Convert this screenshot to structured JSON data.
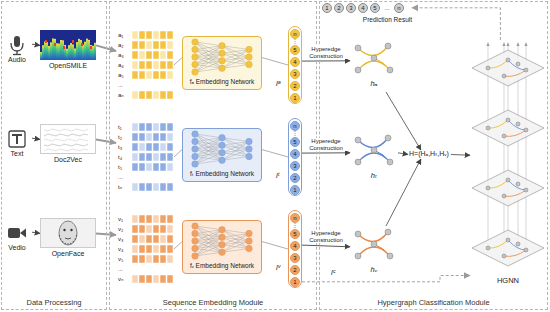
{
  "diagram": {
    "nodes": [
      {
        "text": [
          "Data Processing"
        ]
      },
      {
        "text": [
          "Sequence Embedding Module"
        ]
      },
      {
        "text": [
          "Hypergraph Classification Module"
        ]
      },
      {
        "text": [
          "Audio"
        ],
        "in": 0
      },
      {
        "text": [
          "OpenSMILE"
        ],
        "in": 0
      },
      {
        "text": [
          "Text"
        ],
        "in": 0
      },
      {
        "text": [
          "Doc2Vec"
        ],
        "in": 0
      },
      {
        "text": [
          "Vedio"
        ],
        "in": 0
      },
      {
        "text": [
          "OpenFace"
        ],
        "in": 0
      },
      {
        "text": [
          "a₁",
          "a₂",
          "a₃",
          "a₄",
          "a₅",
          "...",
          "aₙ"
        ],
        "in": 1
      },
      {
        "text": [
          "fₐ Embedding Network"
        ],
        "in": 1
      },
      {
        "text": [
          "n",
          "5",
          "4",
          "3",
          "2",
          "1",
          "lᵃ"
        ],
        "in": 1
      },
      {
        "text": [
          "t₁",
          "t₂",
          "t₃",
          "t₄",
          "t₅",
          "...",
          "tₙ"
        ],
        "in": 1
      },
      {
        "text": [
          "fₜ Embedding Network"
        ],
        "in": 1
      },
      {
        "text": [
          "n",
          "5",
          "4",
          "3",
          "2",
          "1",
          "lᵗ"
        ],
        "in": 1
      },
      {
        "text": [
          "v₁",
          "v₂",
          "v₃",
          "v₄",
          "v₅",
          "...",
          "vₙ"
        ],
        "in": 1
      },
      {
        "text": [
          "fᵥ Embedding Network"
        ],
        "in": 1
      },
      {
        "text": [
          "n",
          "5",
          "4",
          "3",
          "2",
          "1",
          "lᵛ"
        ],
        "in": 1
      },
      {
        "text": [
          "1",
          "2",
          "3",
          "4",
          "5",
          "...",
          "n",
          "Prediction Result"
        ],
        "in": 2
      },
      {
        "text": [
          "hₐ"
        ],
        "in": 2
      },
      {
        "text": [
          "hₜ"
        ],
        "in": 2
      },
      {
        "text": [
          "hᵥ"
        ],
        "in": 2
      },
      {
        "text": [
          "H=(Hₐ,Hₜ,Hᵥ)"
        ],
        "in": 2
      },
      {
        "text": [
          "HGNN"
        ],
        "in": 2
      }
    ],
    "edges": [
      {
        "from": 3,
        "to": 4,
        "arrow": "to"
      },
      {
        "from": 5,
        "to": 6,
        "arrow": "to"
      },
      {
        "from": 7,
        "to": 8,
        "arrow": "to"
      },
      {
        "from": 4,
        "to": 9,
        "arrow": "to"
      },
      {
        "from": 6,
        "to": 12,
        "arrow": "to"
      },
      {
        "from": 8,
        "to": 15,
        "arrow": "to"
      },
      {
        "from": 9,
        "to": 10,
        "arrow": "none"
      },
      {
        "from": 12,
        "to": 13,
        "arrow": "none"
      },
      {
        "from": 15,
        "to": 16,
        "arrow": "none"
      },
      {
        "from": 10,
        "to": 11,
        "arrow": "none"
      },
      {
        "from": 13,
        "to": 14,
        "arrow": "none"
      },
      {
        "from": 16,
        "to": 17,
        "arrow": "none"
      },
      {
        "from": 11,
        "to": 19,
        "label": "Hyperedge Construction",
        "arrow": "to"
      },
      {
        "from": 14,
        "to": 20,
        "label": "Hyperedge Construction",
        "arrow": "to"
      },
      {
        "from": 17,
        "to": 21,
        "label": "Hyperedge Construction",
        "arrow": "to"
      },
      {
        "from": 19,
        "to": 22,
        "arrow": "to"
      },
      {
        "from": 20,
        "to": 22,
        "arrow": "to"
      },
      {
        "from": 21,
        "to": 22,
        "arrow": "to"
      },
      {
        "from": 22,
        "to": 23,
        "arrow": "to"
      },
      {
        "from": 23,
        "to": 18,
        "arrow": "to"
      },
      {
        "from": 17,
        "to": 23,
        "label": "lᶜ",
        "arrow": "to"
      }
    ]
  }
}
